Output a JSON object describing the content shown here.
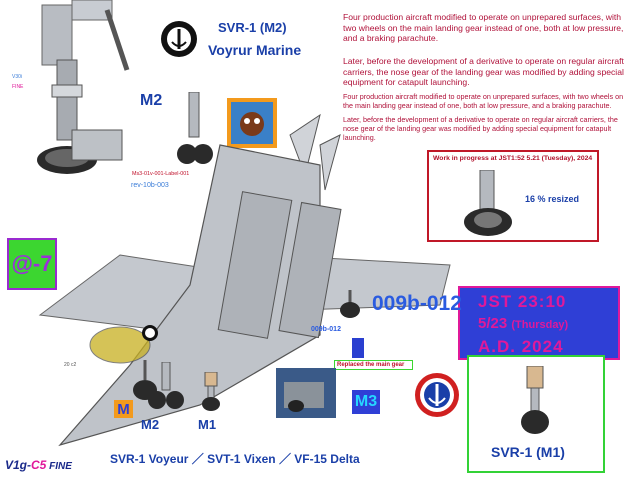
{
  "header": {
    "title": "SVR-1 (M2)",
    "subtitle": "Voyrur Marine"
  },
  "notes": {
    "p1": "Four production aircraft modified to operate on unprepared surfaces, with two wheels on the main landing gear instead of one, both at low pressure, and a braking parachute.",
    "p2": "Later, before the development of a derivative to operate on regular aircraft carriers, the nose gear of the landing gear was modified by adding special equipment for catapult launching.",
    "p3": "Four production aircraft modified to operate on unprepared surfaces, with two wheels on the main landing gear instead of one, both at low pressure, and a braking parachute.",
    "p4": "Later, before the development of a derivative to operate on regular aircraft carriers, the nose gear of the landing gear was modified by adding special equipment for catapult launching."
  },
  "labels": {
    "m2_top": "M2",
    "small_red": "Ms3-01v-001-Label-001",
    "rev": "rev-10b-003",
    "wip": "Work in progress at JST1:52 5.21 (Tuesday), 2024",
    "resized": "16 % resized",
    "at7": "@-7",
    "code_big": "009b-012",
    "code_small": "009b-012",
    "replaced": "Replaced  the main gear",
    "m_orange": "M",
    "m2_bottom": "M2",
    "m1_bottom": "M1",
    "m3": "M3",
    "svr1_m1": "SVR-1 (M1)",
    "bottom_title": "SVR-1 Voyeur ／ SVT-1 Vixen ／ VF-15 Delta",
    "v1g_a": "V1g-",
    "v1g_b": "C5",
    "v1g_c": " FINE",
    "label20": "20 c2"
  },
  "timestamp": {
    "line1": "JST 23:10",
    "line2": "5/23",
    "line2_day": "(Thursday)",
    "line3": "A.D. 2024"
  },
  "colors": {
    "accent_blue": "#1a3fa8",
    "note_red": "#b0123a",
    "box_green": "#33d236",
    "jst_bg": "#2f3fd6",
    "jst_fg": "#e0199a"
  }
}
